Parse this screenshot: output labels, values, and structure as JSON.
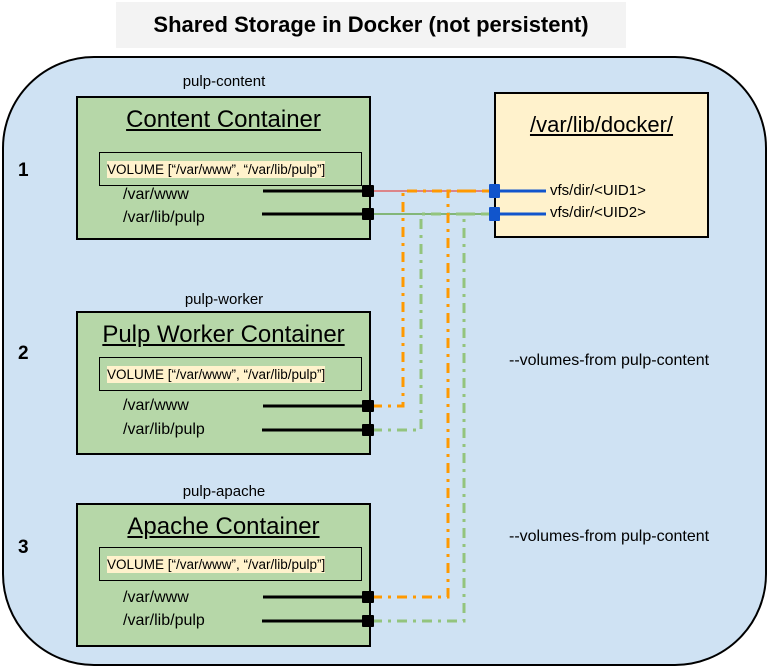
{
  "title": "Shared Storage in Docker (not persistent)",
  "colors": {
    "background_frame": "#cfe2f3",
    "container_fill": "#b6d7a8",
    "host_fill": "#fff2cc",
    "volume_highlight": "#fff2cc",
    "www_link": "#ff9900",
    "pulp_link": "#93c47d",
    "host_port": "#1155cc",
    "primary_www_line": "#e06666",
    "primary_pulp_line": "#6aa84f"
  },
  "rows": [
    {
      "number": "1",
      "container_name": "pulp-content",
      "title": "Content Container",
      "volume": "VOLUME [“/var/www”, “/var/lib/pulp”]",
      "mounts": [
        "/var/www",
        "/var/lib/pulp"
      ],
      "note": ""
    },
    {
      "number": "2",
      "container_name": "pulp-worker",
      "title": "Pulp Worker Container",
      "volume": "VOLUME [“/var/www”, “/var/lib/pulp”]",
      "mounts": [
        "/var/www",
        "/var/lib/pulp"
      ],
      "note": "--volumes-from pulp-content"
    },
    {
      "number": "3",
      "container_name": "pulp-apache",
      "title": "Apache Container",
      "volume": "VOLUME [“/var/www”, “/var/lib/pulp”]",
      "mounts": [
        "/var/www",
        "/var/lib/pulp"
      ],
      "note": "--volumes-from pulp-content"
    }
  ],
  "host": {
    "title": "/var/lib/docker/",
    "dirs": [
      "vfs/dir/<UID1>",
      "vfs/dir/<UID2>"
    ]
  }
}
